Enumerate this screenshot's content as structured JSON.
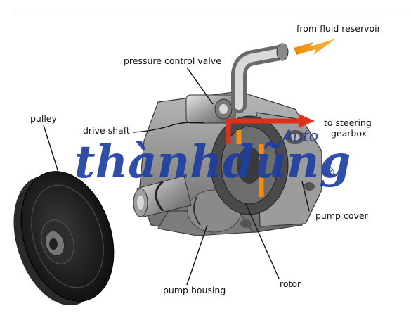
{
  "labels": {
    "fluid_reservoir": "from fluid reservoir",
    "pressure_control_valve": "pressure control valve",
    "to_steering": "to steering",
    "gearbox": "gearbox",
    "pulley": "pulley",
    "drive_shaft": "drive shaft",
    "pump_cover": "pump cover",
    "rotor": "rotor",
    "pump_housing": "pump housing"
  },
  "watermark": {
    "brand": "thànhdũng",
    "sub": "Auto",
    "registered": "®"
  },
  "colors": {
    "watermark_blue": "#1d3fa0",
    "watermark_ring": "#8c8c8c",
    "flow_red": "#e0301a",
    "flow_orange": "#f28a16"
  }
}
